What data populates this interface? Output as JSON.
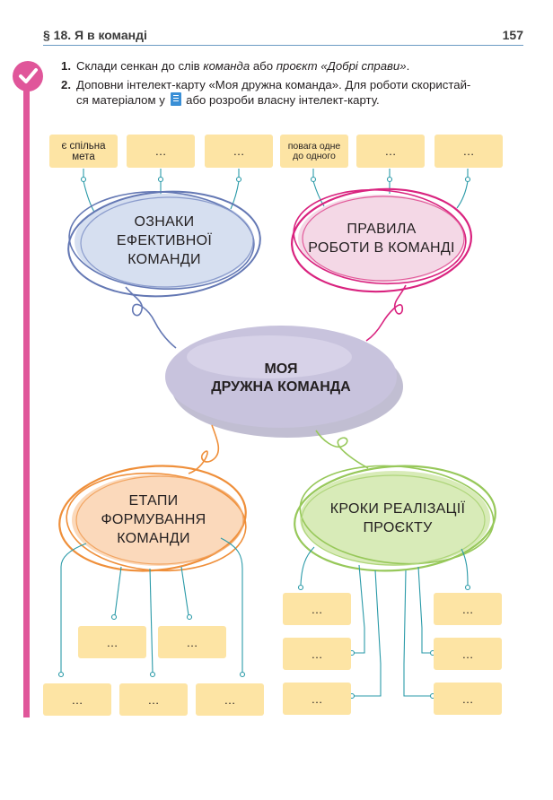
{
  "header": {
    "title": "§ 18. Я в команді",
    "page_number": "157"
  },
  "tasks": {
    "t1": {
      "num": "1.",
      "text_a": "Склади сенкан до слів ",
      "em_a": "команда",
      "text_b": " або ",
      "em_b": "проєкт «Добрі справи»",
      "text_c": "."
    },
    "t2": {
      "num": "2.",
      "line1": "Доповни інтелект-карту «Моя дружна команда». Для роботи скористай-",
      "line2a": "ся матеріалом у ",
      "line2b": " або розроби власну інтелект-карту."
    }
  },
  "mindmap": {
    "center": {
      "line1": "МОЯ",
      "line2": "ДРУЖНА КОМАНДА"
    },
    "signs": {
      "line1": "ОЗНАКИ",
      "line2": "ЕФЕКТИВНОЇ",
      "line3": "КОМАНДИ",
      "boxes": [
        "є спільна мета",
        "…",
        "…"
      ]
    },
    "rules": {
      "line1": "ПРАВИЛА",
      "line2": "РОБОТИ В КОМАНДІ",
      "boxes": [
        "повага одне до одного",
        "…",
        "…"
      ]
    },
    "stages": {
      "line1": "ЕТАПИ",
      "line2": "ФОРМУВАННЯ",
      "line3": "КОМАНДИ",
      "boxes_mid": [
        "…",
        "…"
      ],
      "boxes_bottom": [
        "…",
        "…",
        "…"
      ]
    },
    "steps": {
      "line1": "КРОКИ РЕАЛІЗАЦІЇ",
      "line2": "ПРОЄКТУ",
      "boxes_left": [
        "…",
        "…",
        "…"
      ],
      "boxes_right": [
        "…",
        "…",
        "…"
      ]
    }
  },
  "colors": {
    "accent_pink": "#e0569a",
    "box_fill": "#fde4a4",
    "connector": "#2a9aa8",
    "signs_bubble": "#d6dff0",
    "signs_outline": "#6478b4",
    "rules_bubble": "#f4d8e6",
    "rules_outline": "#d9237f",
    "center_bubble": "#c8c3dd",
    "stages_bubble": "#fbd9bb",
    "stages_outline": "#ef8f3a",
    "steps_bubble": "#d8ebb8",
    "steps_outline": "#97c85a"
  }
}
